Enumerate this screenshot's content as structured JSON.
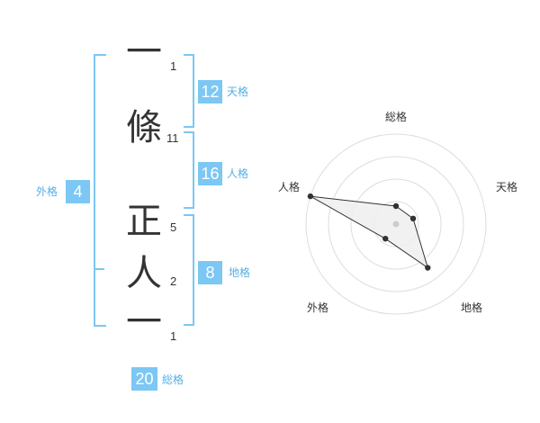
{
  "name": {
    "characters": [
      {
        "char": "一",
        "strokes": "1"
      },
      {
        "char": "條",
        "strokes": "11"
      },
      {
        "char": "正",
        "strokes": "5"
      },
      {
        "char": "人",
        "strokes": "2"
      },
      {
        "char": "一",
        "strokes": "1"
      }
    ]
  },
  "fortune": {
    "tenkaku": {
      "value": "12",
      "label": "天格"
    },
    "jinkaku": {
      "value": "16",
      "label": "人格"
    },
    "chikaku": {
      "value": "8",
      "label": "地格"
    },
    "gaikaku": {
      "value": "4",
      "label": "外格"
    },
    "soukaku": {
      "value": "20",
      "label": "総格"
    }
  },
  "colors": {
    "accent": "#7cc7f4",
    "accent_text": "#55b0e6",
    "text": "#333333",
    "radar_fill": "#eeeeee",
    "radar_ring": "#dddddd"
  },
  "chart_data": {
    "type": "radar",
    "axes": [
      "総格",
      "天格",
      "地格",
      "外格",
      "人格"
    ],
    "values": [
      1,
      1,
      3,
      1,
      5
    ],
    "scale_max": 5,
    "rings": 4
  }
}
